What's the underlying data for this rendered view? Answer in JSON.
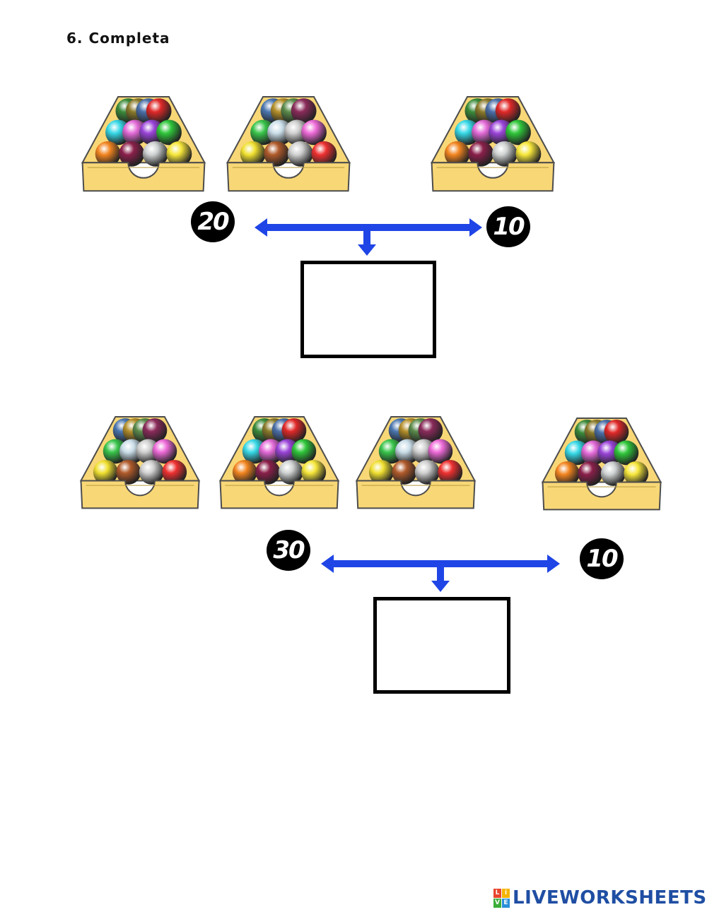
{
  "title": "6. Completa",
  "colors": {
    "arrow": "#1f45e6",
    "tray_fill": "#f8d777",
    "tray_stroke": "#4d4d4d",
    "badge_bg": "#000000",
    "logo_text": "#1f4ea3"
  },
  "exercises": [
    {
      "trays": 3,
      "left_number": "20",
      "right_number": "10",
      "answer": ""
    },
    {
      "trays": 4,
      "left_number": "30",
      "right_number": "10",
      "answer": ""
    }
  ],
  "tray_icon": "tray-of-colored-balls-icon",
  "logo": {
    "text": "LIVEWORKSHEETS",
    "mark_letters": [
      "L",
      "i",
      "V",
      "E"
    ]
  }
}
